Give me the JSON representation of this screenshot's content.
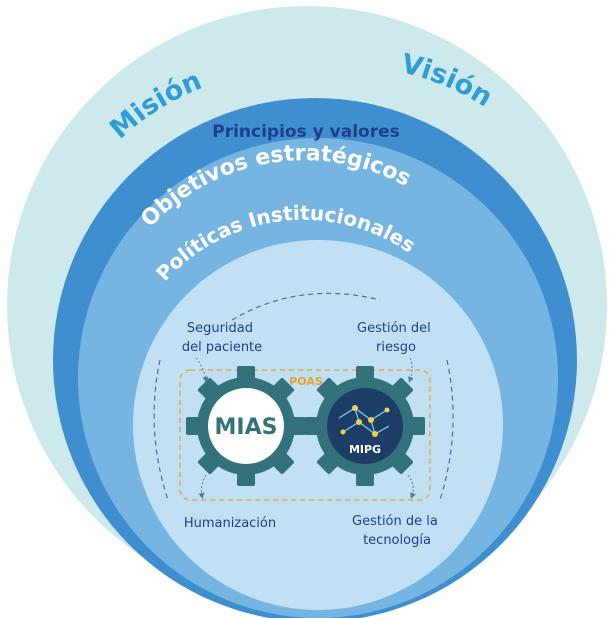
{
  "rings": {
    "outer_left": "Misión",
    "outer_right": "Visión",
    "principles": "Principios y valores",
    "objectives": "Objetivos estratégicos",
    "policies": "Políticas Institucionales"
  },
  "corners": {
    "top_left": [
      "Seguridad",
      "del paciente"
    ],
    "top_right": [
      "Gestión del",
      "riesgo"
    ],
    "bottom_left": [
      "Humanización"
    ],
    "bottom_right": [
      "Gestión de la",
      "tecnología"
    ]
  },
  "center": {
    "poas": "POAS",
    "gear_left": "MIAS",
    "gear_right": "MIPG"
  },
  "colors": {
    "outer_ring": "#cde9ec",
    "objectives_ring": "#3f8fd0",
    "policies_ring": "#76b5e2",
    "inner_disc": "#c1e0f4",
    "heading_blue": "#2f9ed6",
    "dark_blue": "#1d3f8a",
    "gear_teal": "#33727a",
    "poas_orange": "#e8a227"
  }
}
